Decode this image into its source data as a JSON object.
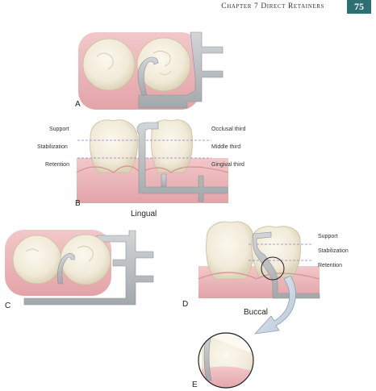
{
  "header": {
    "chapter": "Chapter 7   Direct Retainers",
    "page_number": "75"
  },
  "panels": {
    "a": "A",
    "b": "B",
    "c": "C",
    "d": "D",
    "e": "E"
  },
  "panel_b": {
    "left_labels": [
      "Support",
      "Stabilization",
      "Retention"
    ],
    "right_labels": [
      "Occlusal third",
      "Middle third",
      "Gingival third"
    ],
    "view": "Lingual"
  },
  "panel_d": {
    "labels": [
      "Support",
      "Stabilization",
      "Retention"
    ],
    "view": "Buccal"
  },
  "colors": {
    "tooth": "#f6f1e4",
    "gingiva": "#eab6b9",
    "metal": "#b9bdbf",
    "guide_line": "#8c7fc6",
    "page_badge": "#2e6f73"
  }
}
